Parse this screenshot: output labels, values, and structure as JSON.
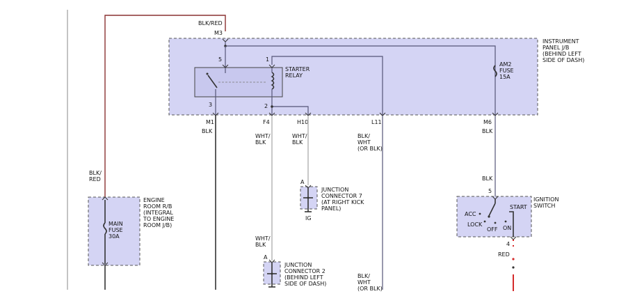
{
  "wire_colors": {
    "m3": "BLK/RED",
    "main_fuse_top": "BLK/\nRED",
    "m1": "BLK",
    "f4": "WHT/\nBLK",
    "h10": "WHT/\nBLK",
    "l11": "BLK/\nWHT\n(OR BLK)",
    "m6": "BLK",
    "ign_5": "BLK",
    "f4_lower": "WHT/\nBLK",
    "l11_lower": "BLK/\nWHT\n(OR BLK)",
    "ign_4": "RED"
  },
  "terminals": {
    "m3": "M3",
    "m1": "M1",
    "f4": "F4",
    "h10": "H10",
    "l11": "L11",
    "m6": "M6",
    "relay_5": "5",
    "relay_1": "1",
    "relay_3": "3",
    "relay_2": "2",
    "ign_5": "5",
    "ign_4": "4",
    "jc7_a": "A",
    "jc2_a": "A"
  },
  "components": {
    "instrument_panel": "INSTRUMENT\nPANEL J/B\n(BEHIND LEFT\nSIDE OF DASH)",
    "starter_relay": "STARTER\nRELAY",
    "am2_fuse": "AM2\nFUSE\n15A",
    "engine_room": "ENGINE\nROOM R/B\n(INTEGRAL\nTO ENGINE\nROOM J/B)",
    "main_fuse": "MAIN\nFUSE\n30A",
    "jc7": "JUNCTION\nCONNECTOR 7\n(AT RIGHT KICK\nPANEL)",
    "jc7_ground": "IG",
    "jc2": "JUNCTION\nCONNECTOR 2\n(BEHIND LEFT\nSIDE OF DASH)",
    "ignition_switch": "IGNITION\nSWITCH",
    "ign_acc": "ACC",
    "ign_lock": "LOCK",
    "ign_off": "OFF",
    "ign_on": "ON",
    "ign_start": "START"
  },
  "colors": {
    "box_fill": "#d4d4f4",
    "wire_red": "#8a3030",
    "wire_brightred": "#d42a2a",
    "wire_gray": "#bbbbbb"
  }
}
